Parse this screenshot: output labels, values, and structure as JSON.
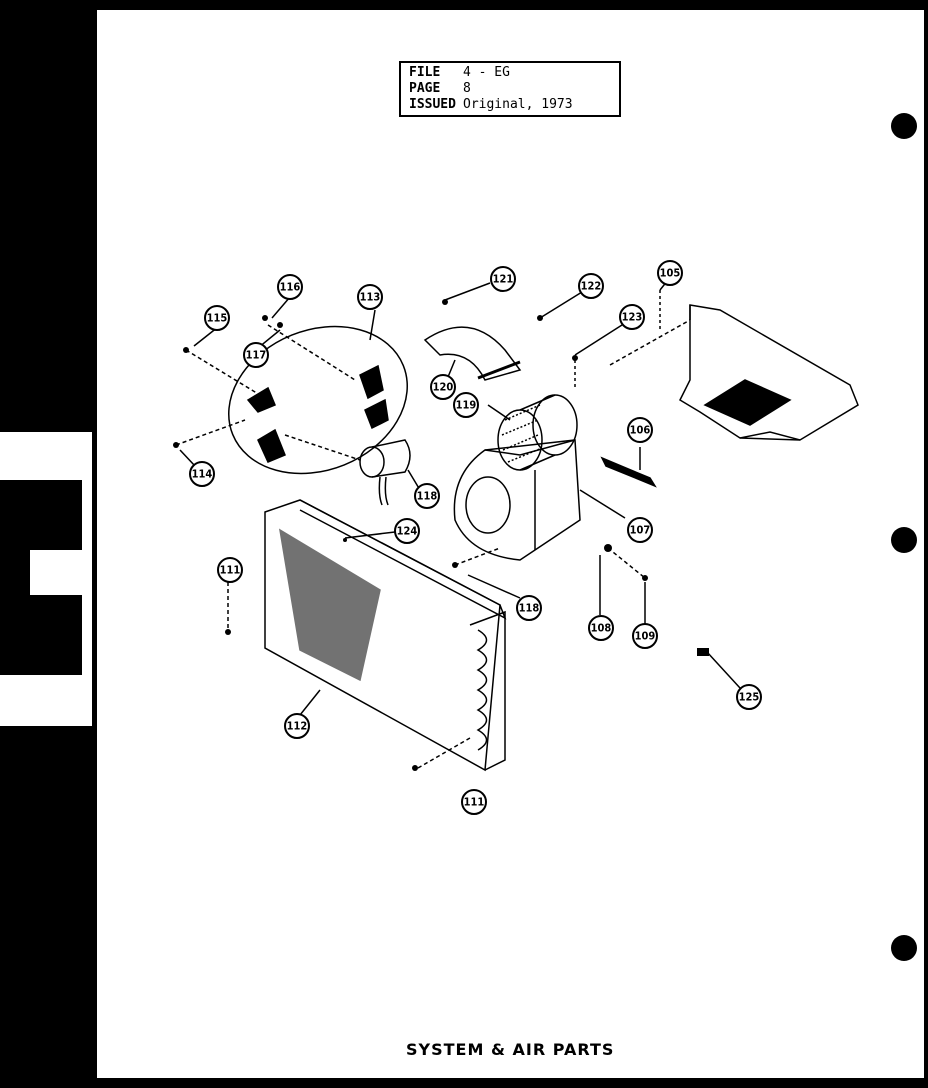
{
  "file_box": {
    "file_key": "FILE",
    "file_val": "4 - EG",
    "page_key": "PAGE",
    "page_val": "8",
    "issued_key": "ISSUED",
    "issued_val": "Original, 1973"
  },
  "caption": "SYSTEM & AIR PARTS",
  "parts": {
    "p105": "105",
    "p106": "106",
    "p107": "107",
    "p108": "108",
    "p109": "109",
    "p111a": "111",
    "p111b": "111",
    "p112": "112",
    "p113": "113",
    "p114": "114",
    "p115": "115",
    "p116": "116",
    "p117": "117",
    "p118a": "118",
    "p118b": "118",
    "p119": "119",
    "p120": "120",
    "p121": "121",
    "p122": "122",
    "p123": "123",
    "p124": "124",
    "p125": "125"
  }
}
